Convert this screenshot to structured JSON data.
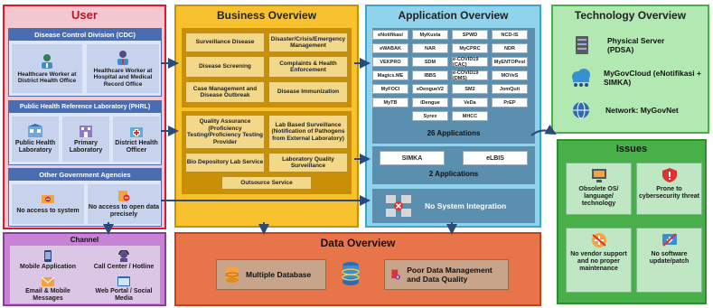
{
  "colors": {
    "user_bg": "#f4c8d0",
    "user_border": "#e0182d",
    "user_title": "#c0102a",
    "business_bg": "#f7c22e",
    "business_border": "#c98f07",
    "app_bg": "#8fd4ec",
    "app_border": "#3aa6cf",
    "tech_bg": "#b2e8b2",
    "tech_border": "#49b049",
    "channel_bg": "#c884d4",
    "channel_border": "#8c3aa0",
    "data_bg": "#e8754a",
    "data_border": "#c04418",
    "subhdr": "#4a6cb0",
    "arrow": "#2b4a7a"
  },
  "user": {
    "title": "User",
    "cdc": {
      "header": "Disease Control Division (CDC)",
      "items": [
        {
          "label": "Healthcare Worker at District Health Office",
          "icon": "healthcare-worker-icon"
        },
        {
          "label": "Healthcare Worker at Hospital and Medical Record Office",
          "icon": "hospital-worker-icon"
        }
      ]
    },
    "phrl": {
      "header": "Public Health Reference Laboratory (PHRL)",
      "items": [
        {
          "label": "Public Health Laboratory",
          "icon": "laboratory-icon"
        },
        {
          "label": "Primary Laboratory",
          "icon": "primary-lab-icon"
        },
        {
          "label": "District Health Officer",
          "icon": "health-officer-icon"
        }
      ]
    },
    "other": {
      "header": "Other Government Agencies",
      "items": [
        {
          "label": "No access to system",
          "icon": "no-access-icon"
        },
        {
          "label": "No access to open data precisely",
          "icon": "no-data-icon"
        }
      ]
    }
  },
  "business": {
    "title": "Business Overview",
    "top_cells": [
      "Surveillance Disease",
      "Disaster/Crisis/Emergency Management",
      "Disease Screening",
      "Complaints & Health Enforcement",
      "Case Management and Disease Outbreak",
      "Disease Immunization"
    ],
    "bottom_cells": [
      "Quality Assurance (Proficiency Testing/Proficiency Testing Provider",
      "Lab Based Surveillance (Notification of Pathogens from External Laboratory)",
      "Bio Depository Lab Service",
      "Laboratory Quality Surveillance"
    ],
    "outsource": "Outsource Service"
  },
  "application": {
    "title": "Application Overview",
    "apps": [
      "eNotifikasi",
      "MyKusta",
      "SPWD",
      "NCD-IS",
      "eWABAK",
      "NAR",
      "MyCPRC",
      "NDR",
      "VEKPRO",
      "SDM",
      "e-COVID19 (CAC)",
      "MyENTOPest",
      "Magics.ME",
      "IBBS",
      "e-COVID19 (DMS)",
      "MOVeS",
      "MyFOCI",
      "eDengueV2",
      "SM2",
      "JomQuit",
      "MyTB",
      "iDengue",
      "VeDa",
      "PrEP",
      "",
      "Syrex",
      "MHCC",
      ""
    ],
    "apps_count": "26 Applications",
    "simka": "SIMKA",
    "elbis": "eLBIS",
    "two_apps": "2 Applications",
    "no_integration": "No System Integration"
  },
  "technology": {
    "title": "Technology Overview",
    "items": [
      {
        "label": "Physical Server (PDSA)",
        "icon": "server-icon"
      },
      {
        "label": "MyGovCloud (eNotifikasi + SIMKA)",
        "icon": "cloud-icon"
      },
      {
        "label": "Network: MyGovNet",
        "icon": "network-icon"
      }
    ]
  },
  "issues": {
    "title": "Issues",
    "items": [
      {
        "label": "Obsolete OS/ language/ technology",
        "icon": "obsolete-icon"
      },
      {
        "label": "Prone to cybersecurity threat",
        "icon": "cyber-threat-icon"
      },
      {
        "label": "No vendor support and no proper maintenance",
        "icon": "vendor-support-icon"
      },
      {
        "label": "No software update/patch",
        "icon": "software-update-icon"
      }
    ]
  },
  "channel": {
    "title": "Channel",
    "items": [
      {
        "label": "Mobile Application",
        "icon": "mobile-icon"
      },
      {
        "label": "Call Center / Hotline",
        "icon": "call-center-icon"
      },
      {
        "label": "Email & Mobile Messages",
        "icon": "email-icon"
      },
      {
        "label": "Web Portal / Social Media",
        "icon": "web-portal-icon"
      }
    ]
  },
  "data": {
    "title": "Data Overview",
    "multiple_db": "Multiple Database",
    "poor_data": "Poor Data Management and Data Quality"
  }
}
